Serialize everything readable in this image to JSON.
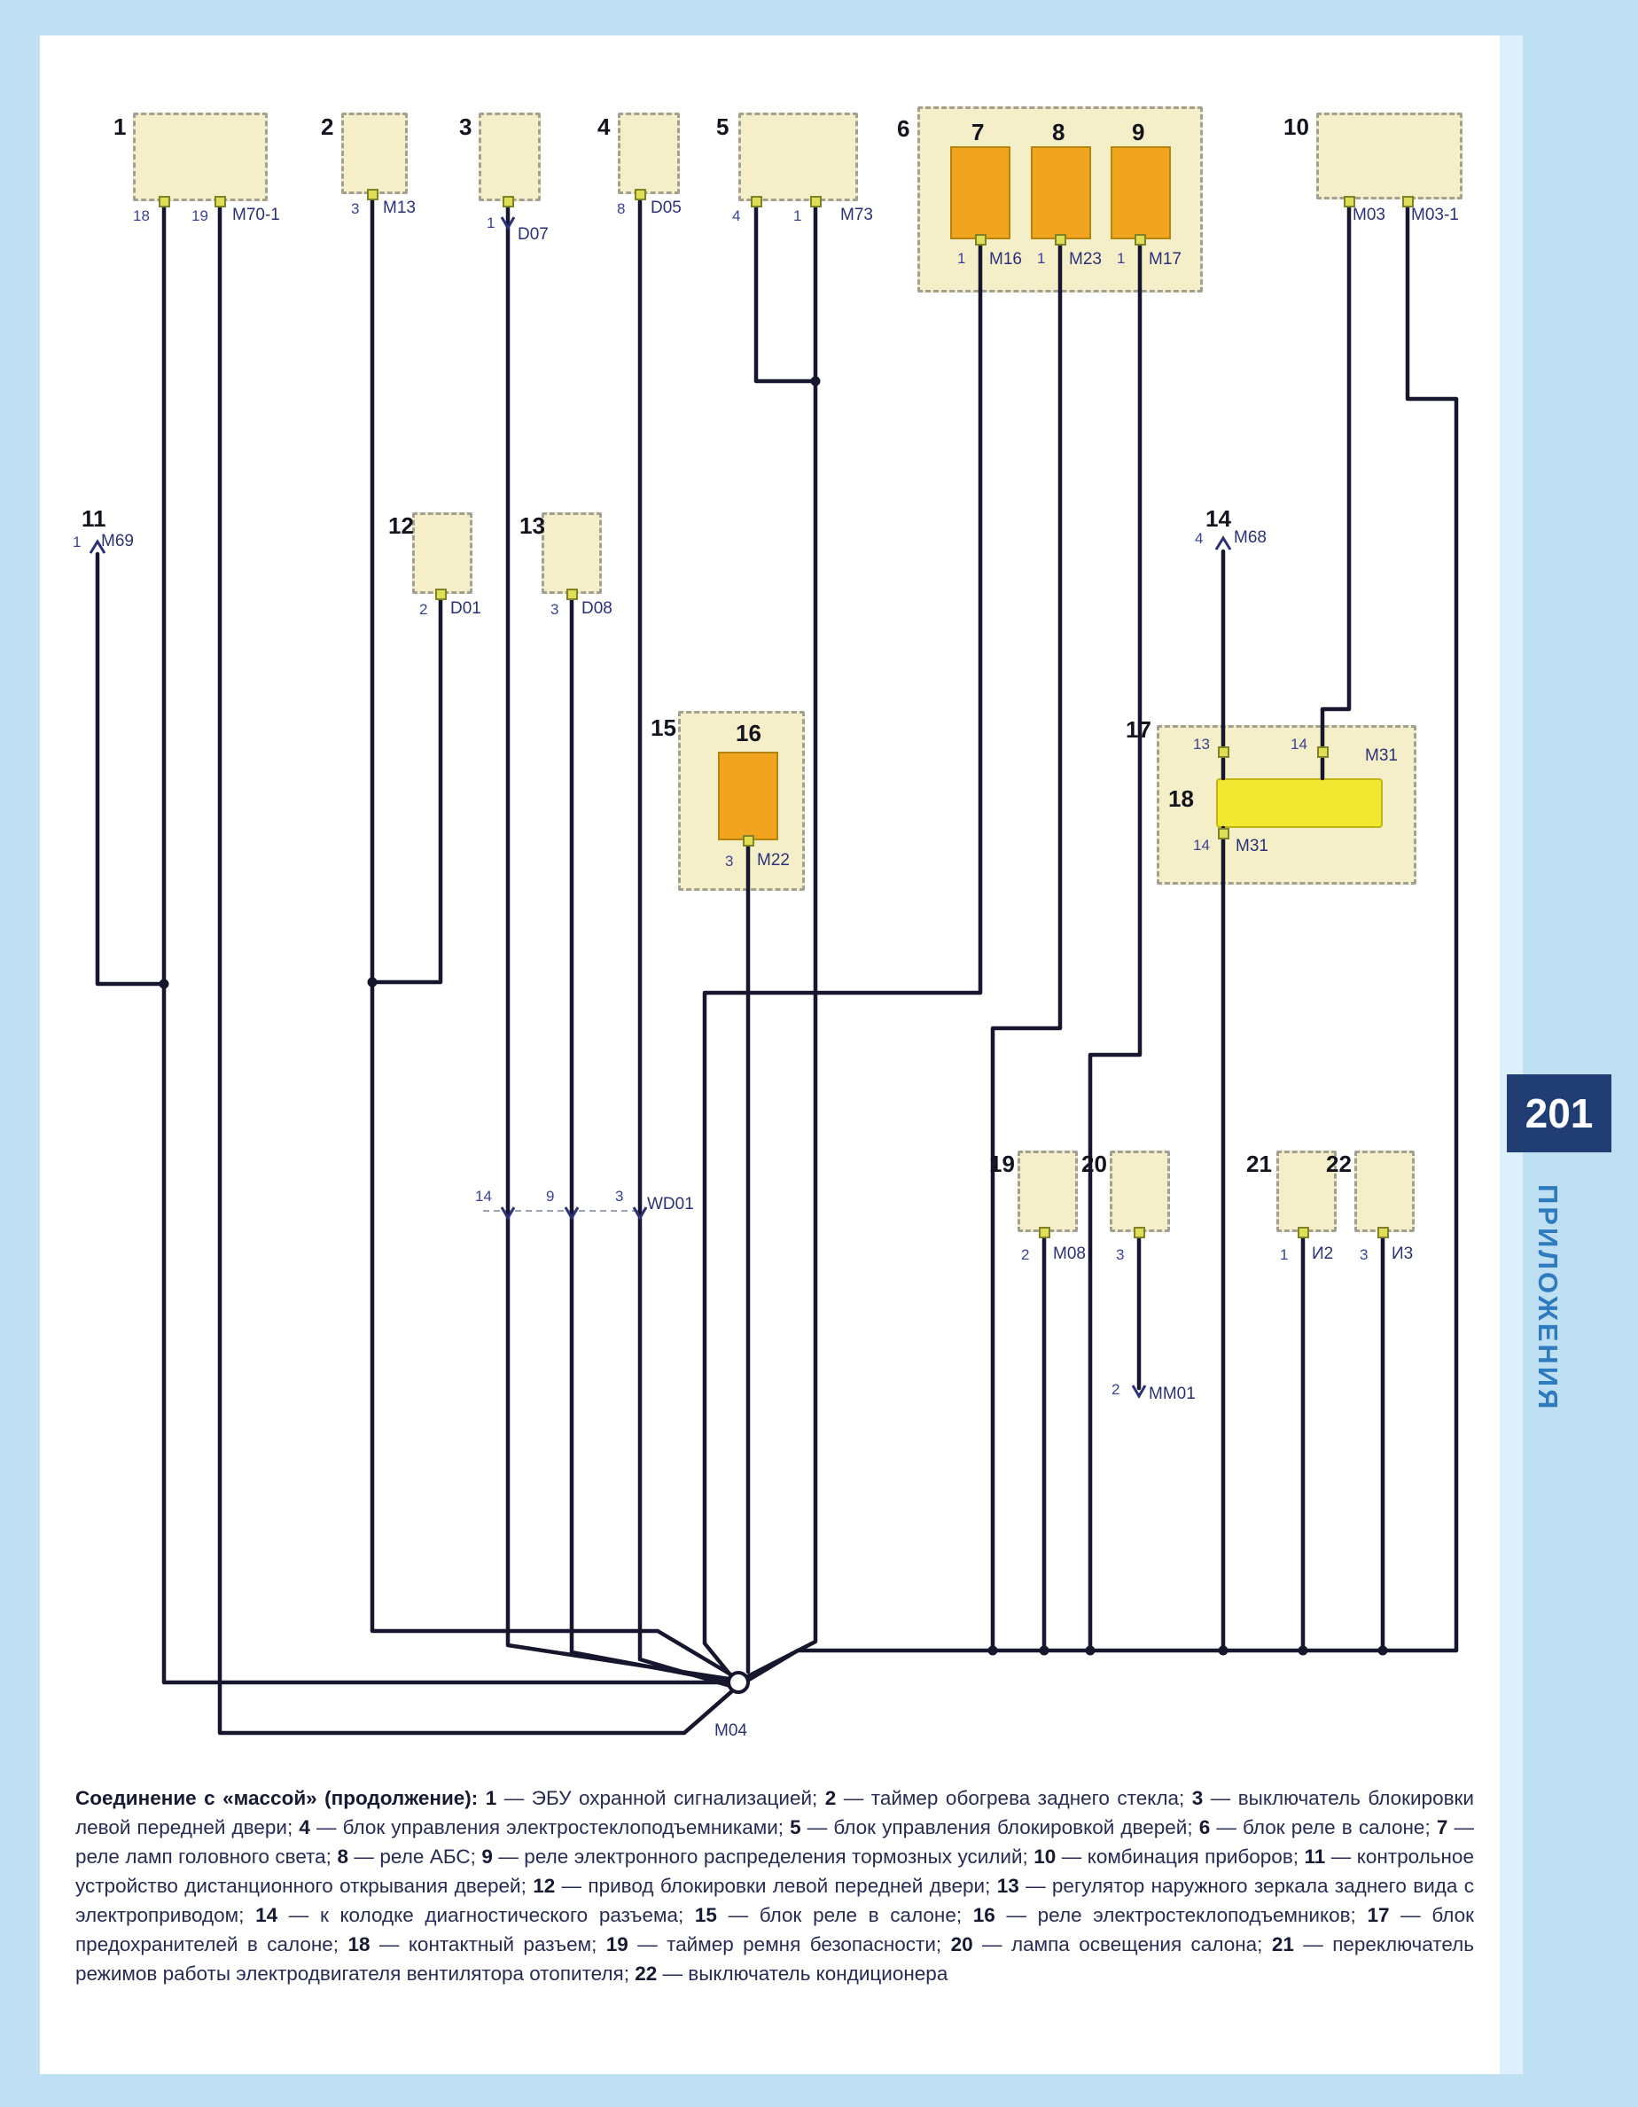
{
  "sidebar": {
    "page_number": "201",
    "vertical_label": "ПРИЛОЖЕНИЯ"
  },
  "ground": {
    "label": "M04"
  },
  "colors": {
    "wire": "#16162e",
    "relay_orange": "#f1a51e",
    "fuse_yellow": "#f2e832",
    "box_cream": "#f5efc9",
    "accent_blue": "#2e7bbf",
    "page_number_bg": "#203e73",
    "label_blue": "#2b3177"
  },
  "inline_connectors": [
    {
      "name": "WD01",
      "pins": [
        "14",
        "9",
        "3"
      ]
    },
    {
      "name": "MM01",
      "pins": [
        "2"
      ]
    }
  ],
  "components": [
    {
      "num": "1",
      "pins": [
        "18",
        "19"
      ],
      "labels": [
        "M70-1"
      ]
    },
    {
      "num": "2",
      "pins": [
        "3"
      ],
      "labels": [
        "M13"
      ]
    },
    {
      "num": "3",
      "pins": [
        "1"
      ],
      "labels": [
        "D07"
      ]
    },
    {
      "num": "4",
      "pins": [
        "8"
      ],
      "labels": [
        "D05"
      ]
    },
    {
      "num": "5",
      "pins": [
        "4",
        "1"
      ],
      "labels": [
        "M73"
      ]
    },
    {
      "num": "6",
      "pins": [],
      "labels": []
    },
    {
      "num": "7",
      "pins": [
        "1"
      ],
      "labels": [
        "M16"
      ]
    },
    {
      "num": "8",
      "pins": [
        "1"
      ],
      "labels": [
        "M23"
      ]
    },
    {
      "num": "9",
      "pins": [
        "1"
      ],
      "labels": [
        "M17"
      ]
    },
    {
      "num": "10",
      "pins": [],
      "labels": [
        "M03",
        "M03-1"
      ]
    },
    {
      "num": "11",
      "pins": [
        "1"
      ],
      "labels": [
        "M69"
      ]
    },
    {
      "num": "12",
      "pins": [
        "2"
      ],
      "labels": [
        "D01"
      ]
    },
    {
      "num": "13",
      "pins": [
        "3"
      ],
      "labels": [
        "D08"
      ]
    },
    {
      "num": "14",
      "pins": [
        "4"
      ],
      "labels": [
        "M68"
      ]
    },
    {
      "num": "15",
      "pins": [],
      "labels": []
    },
    {
      "num": "16",
      "pins": [
        "3"
      ],
      "labels": [
        "M22"
      ]
    },
    {
      "num": "17",
      "pins": [
        "13",
        "14",
        "14"
      ],
      "labels": [
        "M31",
        "M31"
      ]
    },
    {
      "num": "18",
      "pins": [],
      "labels": []
    },
    {
      "num": "19",
      "pins": [
        "2"
      ],
      "labels": [
        "M08"
      ]
    },
    {
      "num": "20",
      "pins": [
        "3"
      ],
      "labels": []
    },
    {
      "num": "21",
      "pins": [
        "1"
      ],
      "labels": [
        "И2"
      ]
    },
    {
      "num": "22",
      "pins": [
        "3"
      ],
      "labels": [
        "И3"
      ]
    }
  ],
  "caption": {
    "title": "Соединение с «массой» (продолжение):",
    "items": [
      {
        "n": "1",
        "t": "ЭБУ охранной сигнализацией"
      },
      {
        "n": "2",
        "t": "таймер обогрева заднего стекла"
      },
      {
        "n": "3",
        "t": "выключатель блокировки левой передней двери"
      },
      {
        "n": "4",
        "t": "блок управления электростеклоподъемниками"
      },
      {
        "n": "5",
        "t": "блок управления блокировкой дверей"
      },
      {
        "n": "6",
        "t": "блок реле в салоне"
      },
      {
        "n": "7",
        "t": "реле ламп головного света"
      },
      {
        "n": "8",
        "t": "реле АБС"
      },
      {
        "n": "9",
        "t": "реле электронного распределения тормозных усилий"
      },
      {
        "n": "10",
        "t": "комбинация приборов"
      },
      {
        "n": "11",
        "t": "контрольное устройство дистанционного открывания дверей"
      },
      {
        "n": "12",
        "t": "привод блокировки левой передней двери"
      },
      {
        "n": "13",
        "t": "регулятор наружного зеркала заднего вида с электроприводом"
      },
      {
        "n": "14",
        "t": "к колодке диагностического разъема"
      },
      {
        "n": "15",
        "t": "блок реле в салоне"
      },
      {
        "n": "16",
        "t": "реле электростеклоподъемников"
      },
      {
        "n": "17",
        "t": "блок предохранителей в салоне"
      },
      {
        "n": "18",
        "t": "контактный разъем"
      },
      {
        "n": "19",
        "t": "таймер ремня безопасности"
      },
      {
        "n": "20",
        "t": "лампа освещения салона"
      },
      {
        "n": "21",
        "t": "переключатель режимов работы электродвигателя вентилятора отопителя"
      },
      {
        "n": "22",
        "t": "выключатель кондиционера"
      }
    ]
  }
}
